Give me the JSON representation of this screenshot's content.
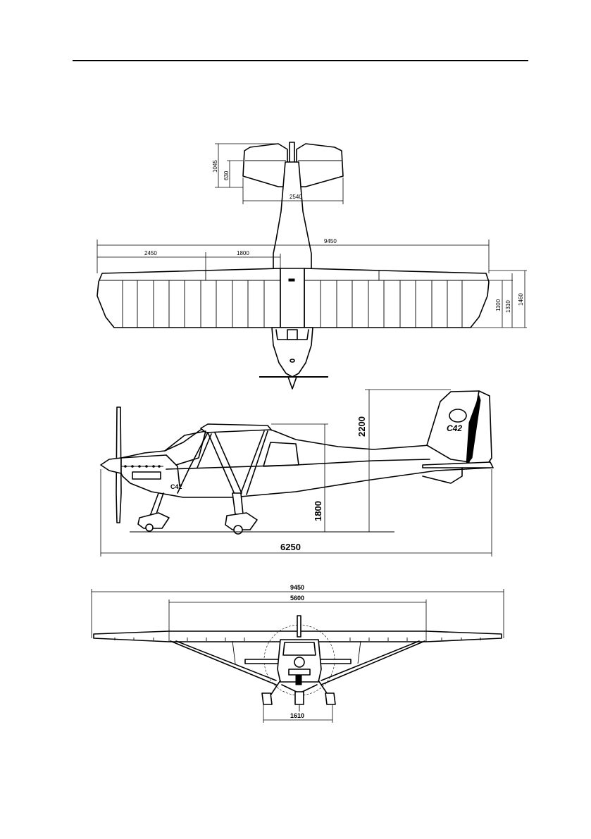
{
  "drawing": {
    "top_view": {
      "tail_chord_total": "1045",
      "tail_chord_elevator": "630",
      "tail_span": "2540",
      "wing_span": "9450",
      "outer_wing_segment": "2450",
      "inner_wing_segment": "1800",
      "chord_inner": "1100",
      "chord_mid": "1310",
      "chord_total": "1460"
    },
    "side_view": {
      "overall_height": "2200",
      "wing_height": "1800",
      "overall_length": "6250",
      "fin_marking": "C42",
      "cowl_marking": "C42"
    },
    "front_view": {
      "wing_span": "9450",
      "strut_span": "5600",
      "wheel_track": "1610"
    }
  }
}
